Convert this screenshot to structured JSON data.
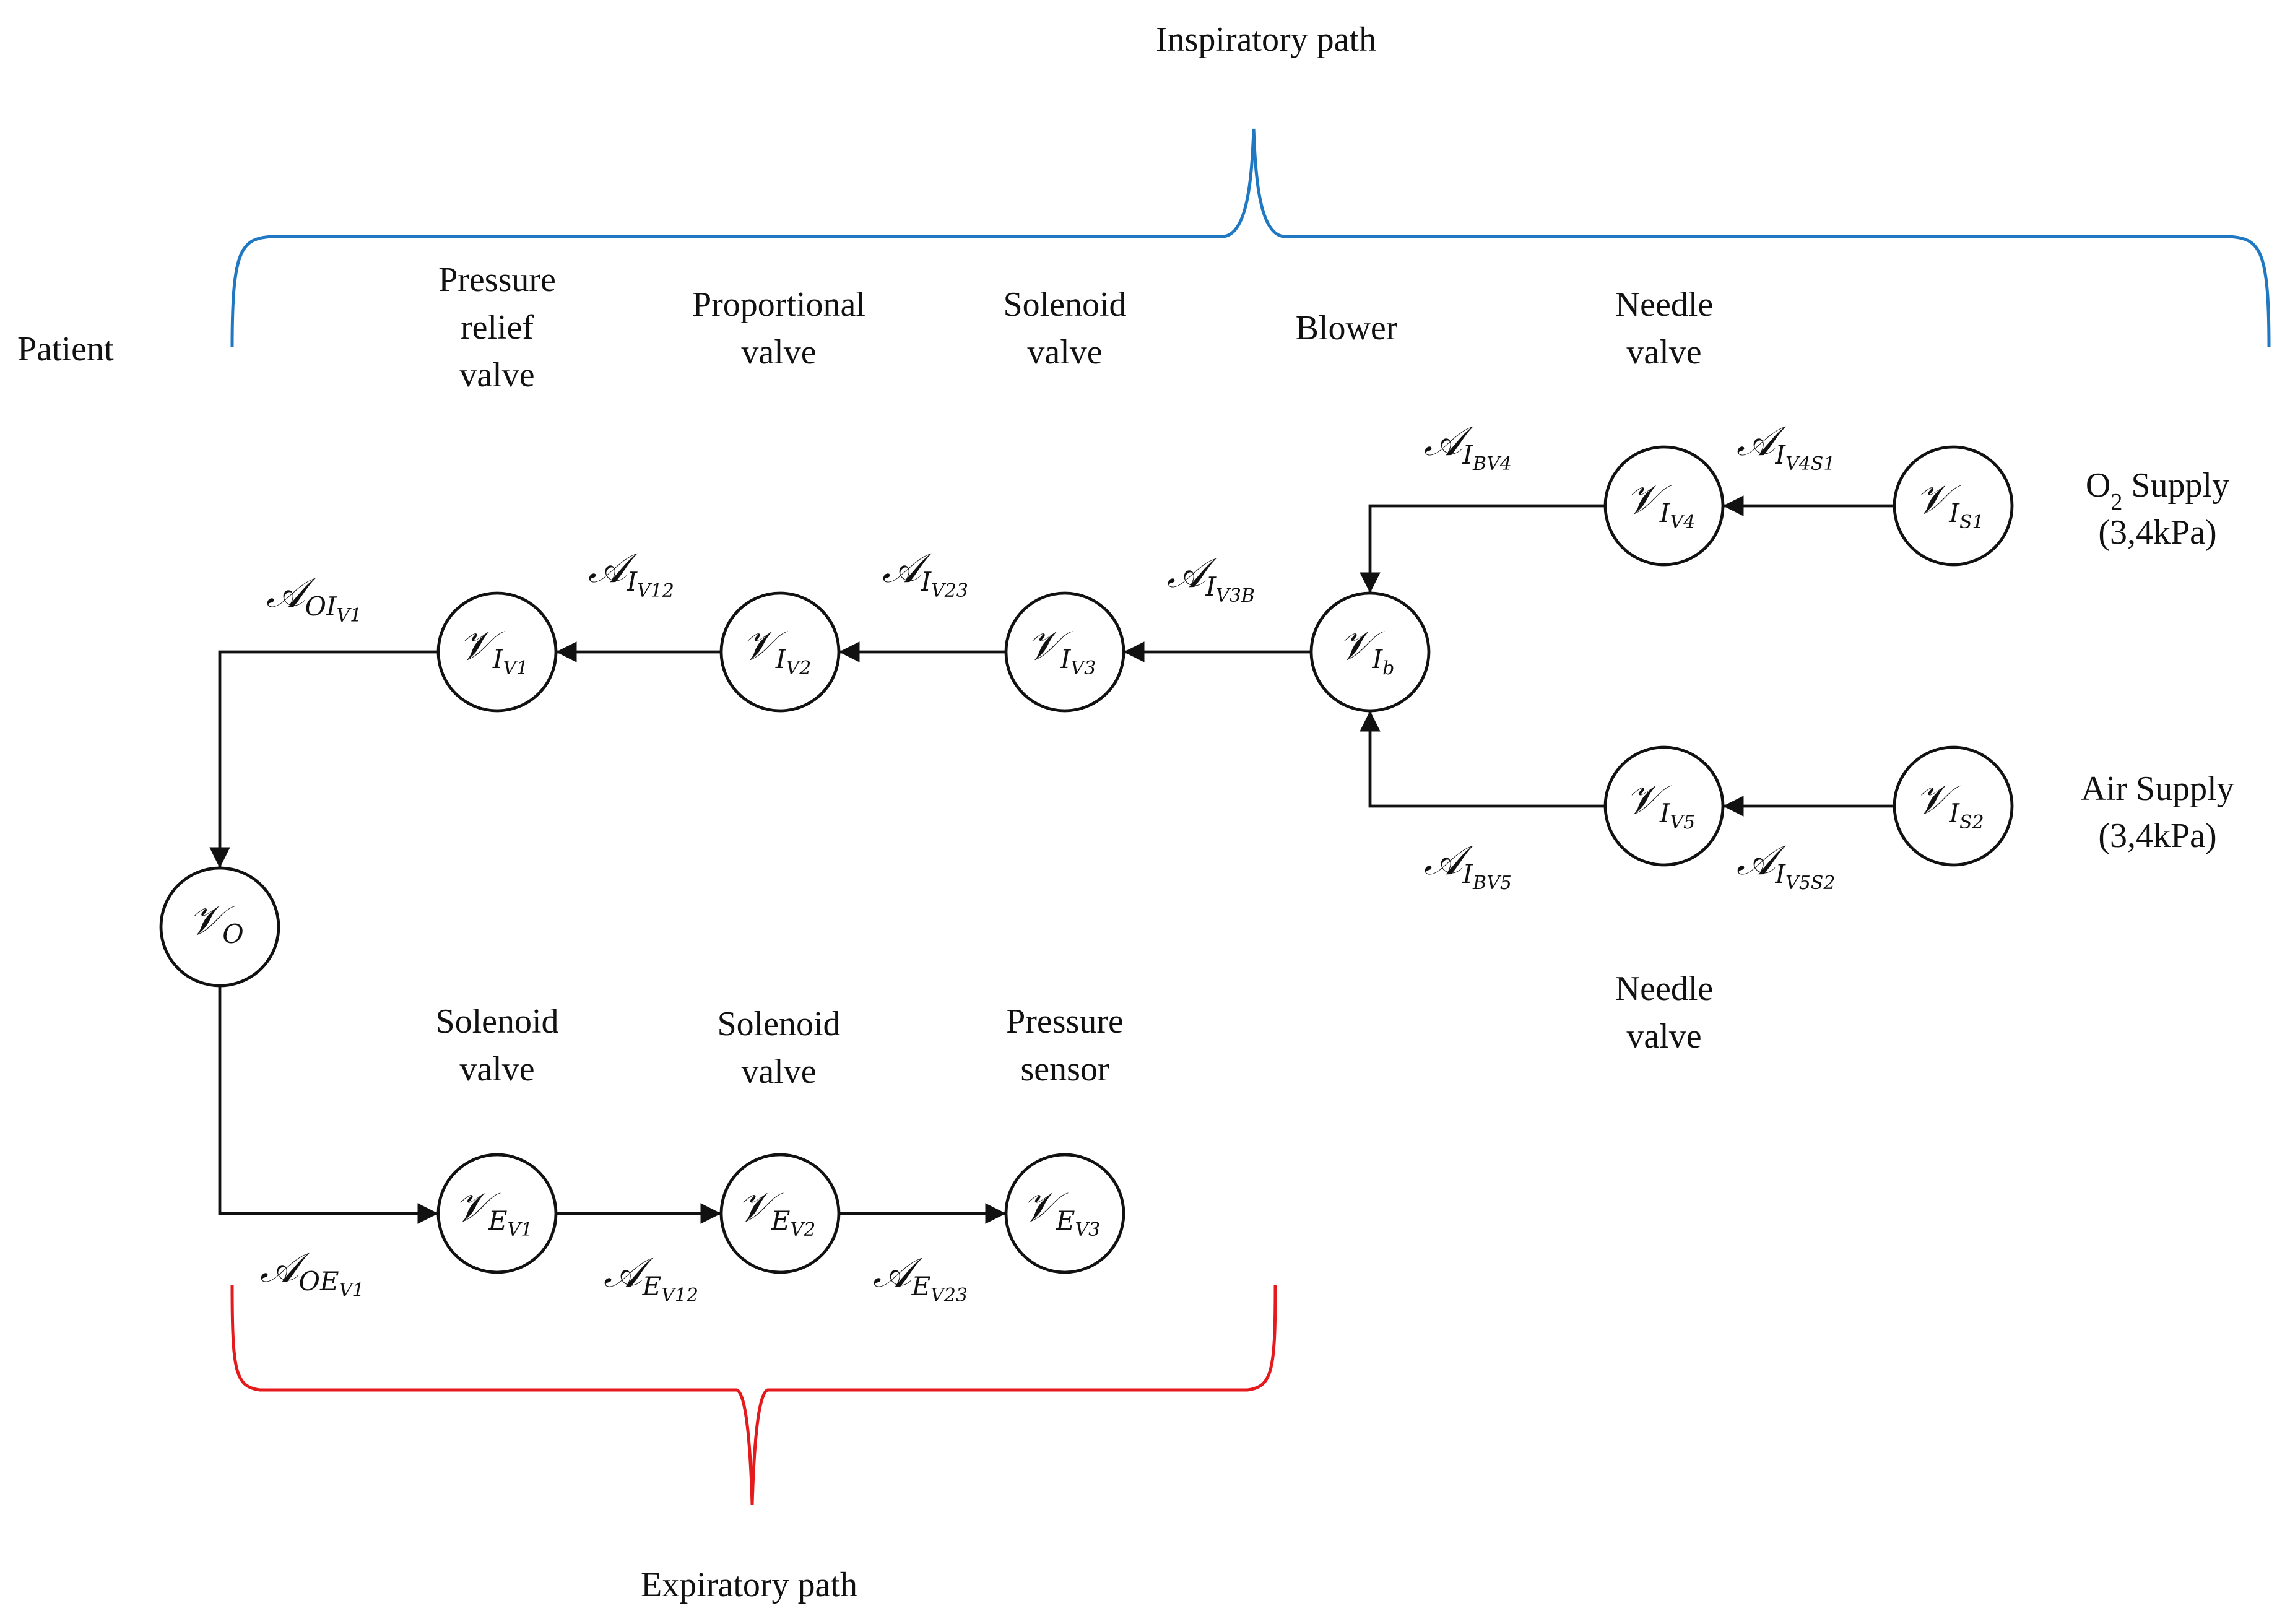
{
  "colors": {
    "inspiratory_brace": "#1f78c1",
    "expiratory_brace": "#e41a1c",
    "ink": "#111111"
  },
  "headings": {
    "inspiratory": "Inspiratory path",
    "expiratory": "Expiratory path",
    "patient": "Patient"
  },
  "components": [
    {
      "id": "pressure_relief",
      "lines": [
        "Pressure",
        "relief",
        "valve"
      ]
    },
    {
      "id": "proportional",
      "lines": [
        "Proportional",
        "valve"
      ]
    },
    {
      "id": "solenoid_insp",
      "lines": [
        "Solenoid",
        "valve"
      ]
    },
    {
      "id": "blower",
      "lines": [
        "Blower"
      ]
    },
    {
      "id": "needle_top",
      "lines": [
        "Needle",
        "valve"
      ]
    },
    {
      "id": "needle_bottom",
      "lines": [
        "Needle",
        "valve"
      ]
    },
    {
      "id": "solenoid_exp1",
      "lines": [
        "Solenoid",
        "valve"
      ]
    },
    {
      "id": "solenoid_exp2",
      "lines": [
        "Solenoid",
        "valve"
      ]
    },
    {
      "id": "pressure_sensor",
      "lines": [
        "Pressure",
        "sensor"
      ]
    }
  ],
  "supplies": {
    "o2": {
      "prefix": "O",
      "sub": "2",
      "suffix": " Supply",
      "pressure": "(3,4kPa)"
    },
    "air": {
      "name": "Air Supply",
      "pressure": "(3,4kPa)"
    }
  },
  "nodes": [
    {
      "id": "V_O",
      "sym": "𝒱",
      "sub": "O",
      "subsub": ""
    },
    {
      "id": "V_IV1",
      "sym": "𝒱",
      "sub": "I",
      "subsub": "V1"
    },
    {
      "id": "V_IV2",
      "sym": "𝒱",
      "sub": "I",
      "subsub": "V2"
    },
    {
      "id": "V_IV3",
      "sym": "𝒱",
      "sub": "I",
      "subsub": "V3"
    },
    {
      "id": "V_Ib",
      "sym": "𝒱",
      "sub": "I",
      "subsub": "b"
    },
    {
      "id": "V_IV4",
      "sym": "𝒱",
      "sub": "I",
      "subsub": "V4"
    },
    {
      "id": "V_IS1",
      "sym": "𝒱",
      "sub": "I",
      "subsub": "S1"
    },
    {
      "id": "V_IV5",
      "sym": "𝒱",
      "sub": "I",
      "subsub": "V5"
    },
    {
      "id": "V_IS2",
      "sym": "𝒱",
      "sub": "I",
      "subsub": "S2"
    },
    {
      "id": "V_EV1",
      "sym": "𝒱",
      "sub": "E",
      "subsub": "V1"
    },
    {
      "id": "V_EV2",
      "sym": "𝒱",
      "sub": "E",
      "subsub": "V2"
    },
    {
      "id": "V_EV3",
      "sym": "𝒱",
      "sub": "E",
      "subsub": "V3"
    }
  ],
  "edges": [
    {
      "id": "A_OIV1",
      "from": "V_IV1",
      "to": "V_O",
      "sym": "𝒜",
      "sub": "OI",
      "subsub": "V1"
    },
    {
      "id": "A_IV12",
      "from": "V_IV2",
      "to": "V_IV1",
      "sym": "𝒜",
      "sub": "I",
      "subsub": "V12"
    },
    {
      "id": "A_IV23",
      "from": "V_IV3",
      "to": "V_IV2",
      "sym": "𝒜",
      "sub": "I",
      "subsub": "V23"
    },
    {
      "id": "A_IV3B",
      "from": "V_Ib",
      "to": "V_IV3",
      "sym": "𝒜",
      "sub": "I",
      "subsub": "V3B"
    },
    {
      "id": "A_IBV4",
      "from": "V_IV4",
      "to": "V_Ib",
      "sym": "𝒜",
      "sub": "I",
      "subsub": "BV4"
    },
    {
      "id": "A_IV4S1",
      "from": "V_IS1",
      "to": "V_IV4",
      "sym": "𝒜",
      "sub": "I",
      "subsub": "V4S1"
    },
    {
      "id": "A_IBV5",
      "from": "V_IV5",
      "to": "V_Ib",
      "sym": "𝒜",
      "sub": "I",
      "subsub": "BV5"
    },
    {
      "id": "A_IV5S2",
      "from": "V_IS2",
      "to": "V_IV5",
      "sym": "𝒜",
      "sub": "I",
      "subsub": "V5S2"
    },
    {
      "id": "A_OEV1",
      "from": "V_O",
      "to": "V_EV1",
      "sym": "𝒜",
      "sub": "OE",
      "subsub": "V1"
    },
    {
      "id": "A_EV12",
      "from": "V_EV1",
      "to": "V_EV2",
      "sym": "𝒜",
      "sub": "E",
      "subsub": "V12"
    },
    {
      "id": "A_EV23",
      "from": "V_EV2",
      "to": "V_EV3",
      "sym": "𝒜",
      "sub": "E",
      "subsub": "V23"
    }
  ]
}
